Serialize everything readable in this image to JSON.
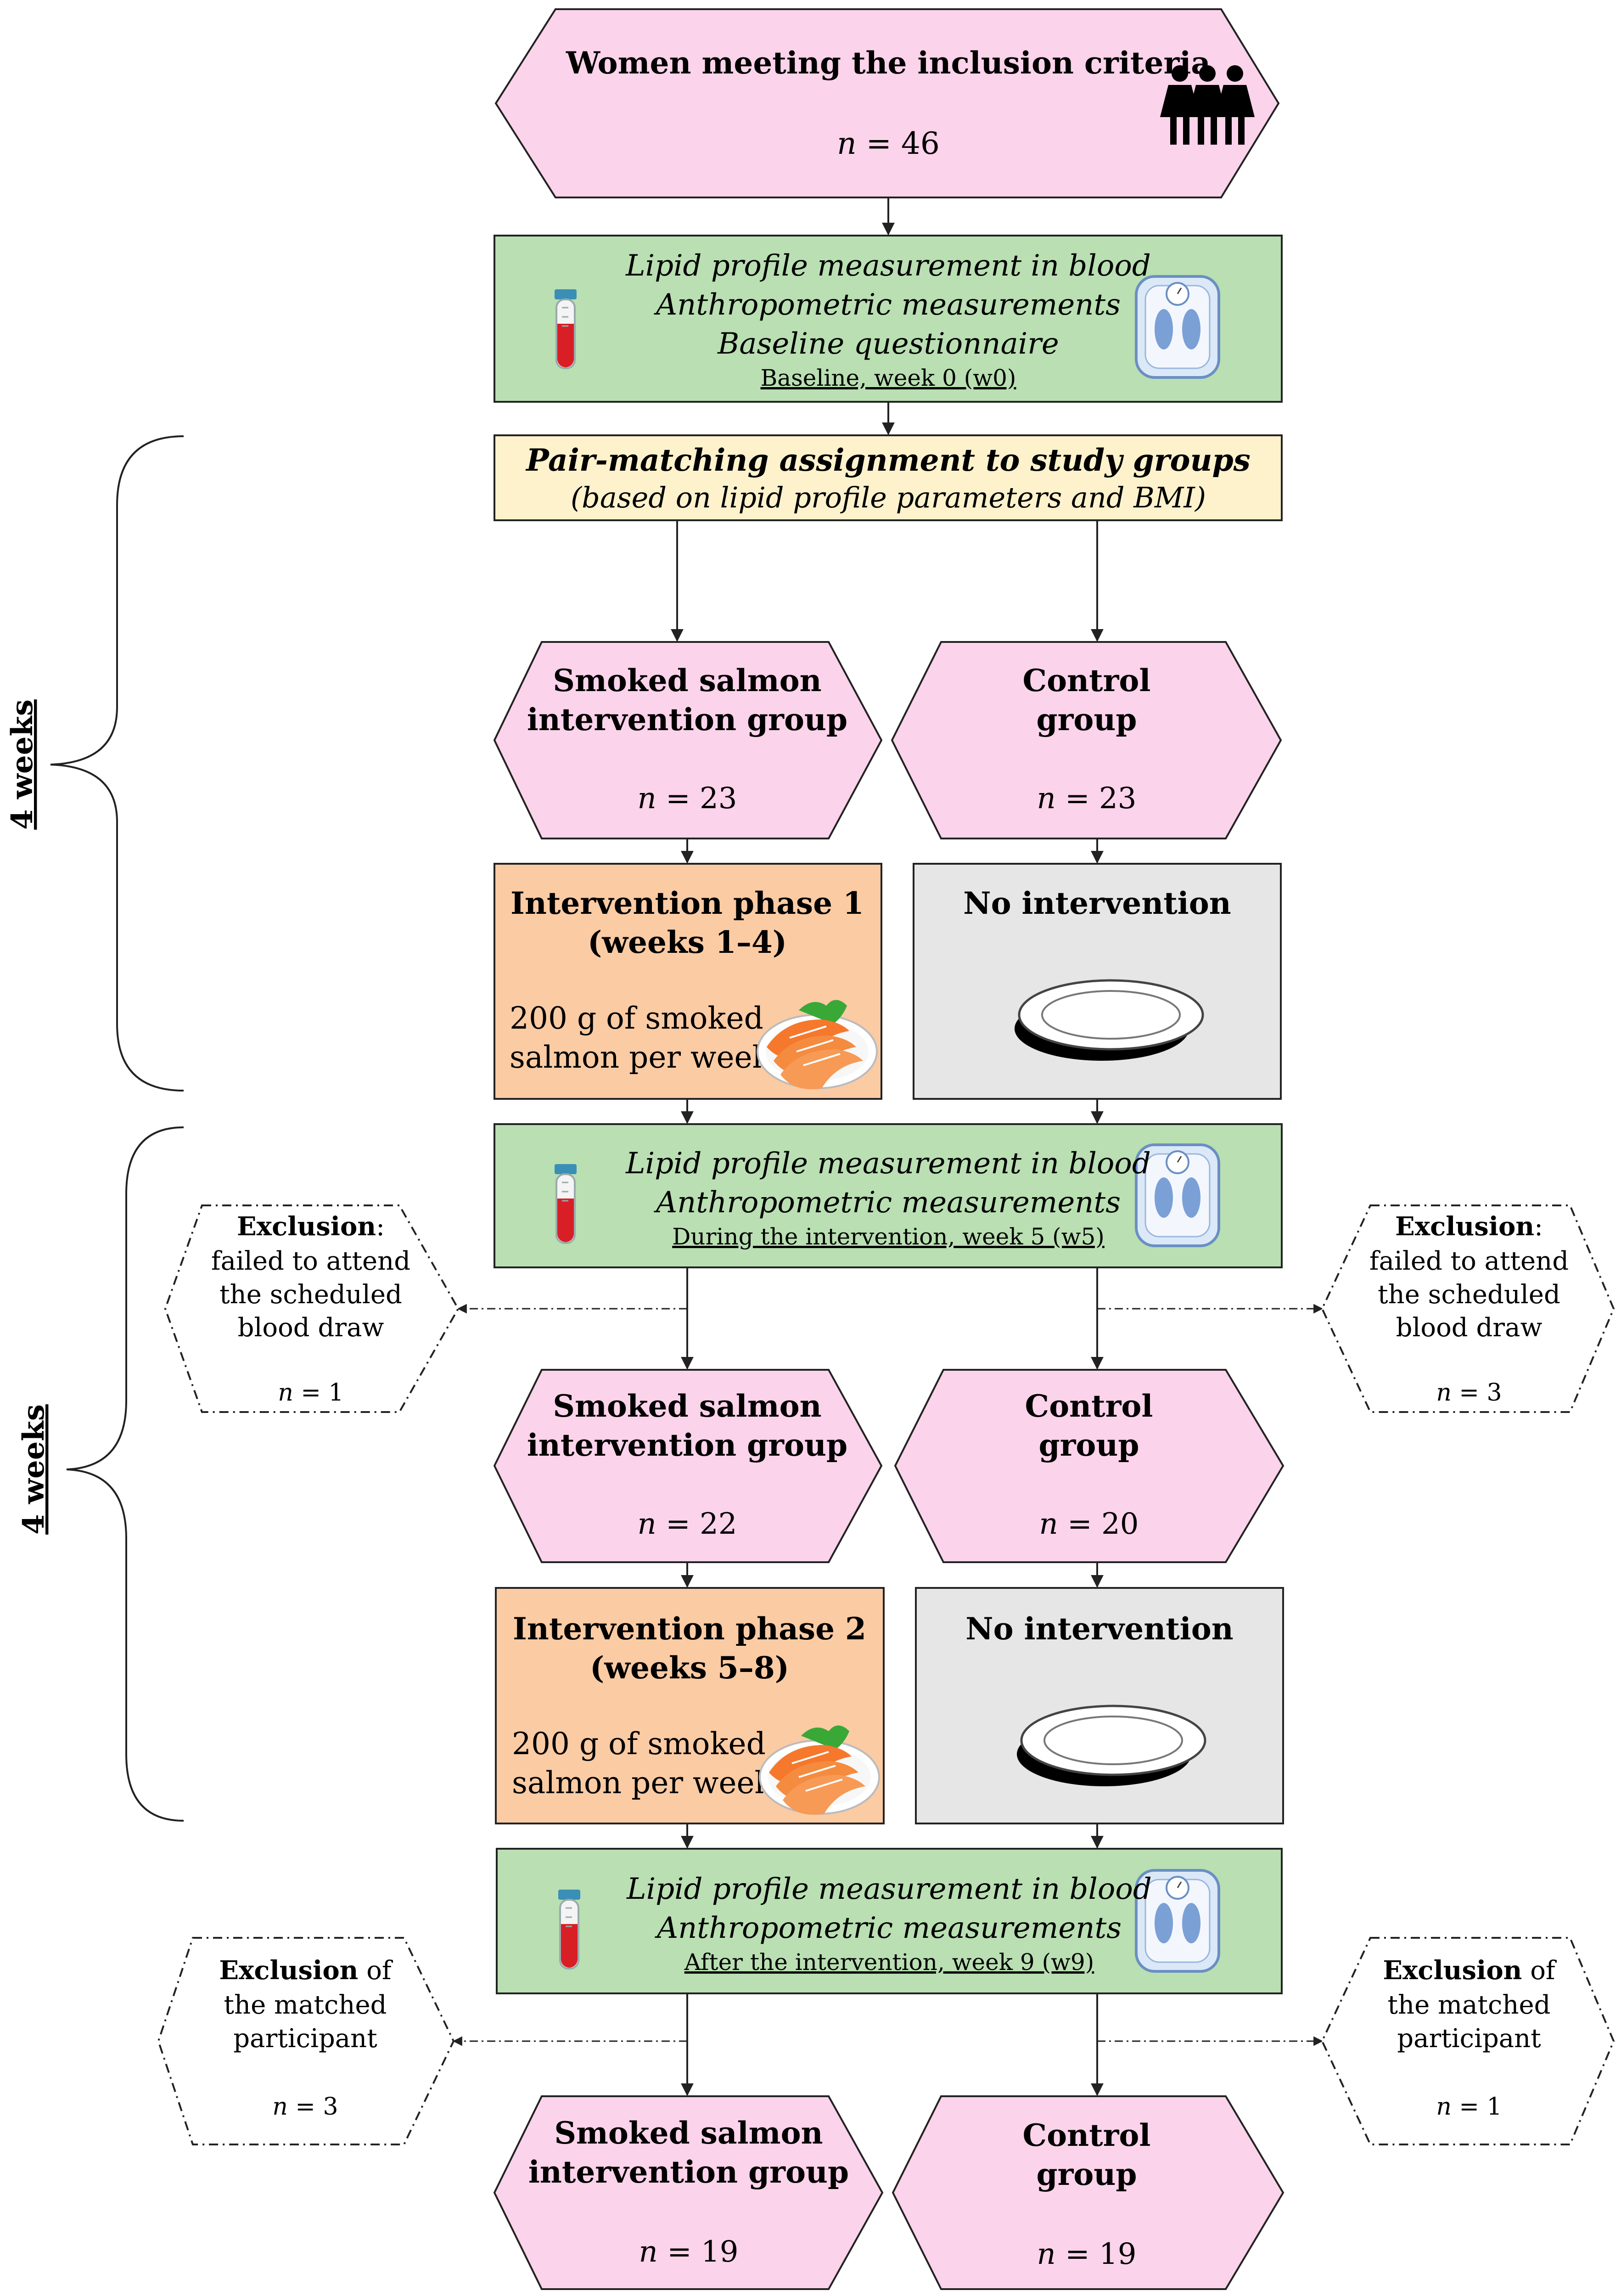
{
  "colors": {
    "pink": "#fbd3ea",
    "green": "#b9dfb2",
    "yellow": "#fdf2cc",
    "orange": "#fbcba4",
    "grey": "#e6e6e6",
    "stroke": "#222222"
  },
  "start": {
    "title": "Women meeting the inclusion criteria",
    "n_label": "n",
    "n_value": "= 46",
    "icon": "women-group-icon"
  },
  "baseline": {
    "line1": "Lipid profile measurement in blood",
    "line2": "Anthropometric measurements",
    "line3": "Baseline questionnaire",
    "caption": "Baseline, week 0 (w0)"
  },
  "assignment": {
    "line1": "Pair-matching assignment to study groups",
    "line2": "(based on lipid profile parameters and BMI)"
  },
  "period_label": "4 weeks",
  "stage1": {
    "salmon_group": {
      "line1": "Smoked salmon",
      "line2": "intervention group",
      "n_label": "n",
      "n_value": "= 23"
    },
    "control_group": {
      "line1": "Control",
      "line2": "group",
      "n_label": "n",
      "n_value": "= 23"
    },
    "intervention": {
      "title1": "Intervention phase 1",
      "title2": "(weeks 1–4)",
      "desc1": "200 g of smoked",
      "desc2": "salmon per week"
    },
    "no_intervention": "No intervention"
  },
  "mid_measure": {
    "line1": "Lipid profile measurement in blood",
    "line2": "Anthropometric measurements",
    "caption": "During the intervention, week 5 (w5)"
  },
  "exclusion1_left": {
    "head": "Exclusion",
    "head_suffix": ":",
    "line1": "failed to attend",
    "line2": "the scheduled",
    "line3": "blood draw",
    "n_label": "n",
    "n_value": "= 1"
  },
  "exclusion1_right": {
    "head": "Exclusion",
    "head_suffix": ":",
    "line1": "failed to attend",
    "line2": "the scheduled",
    "line3": "blood draw",
    "n_label": "n",
    "n_value": "= 3"
  },
  "stage2": {
    "salmon_group": {
      "line1": "Smoked salmon",
      "line2": "intervention group",
      "n_label": "n",
      "n_value": "= 22"
    },
    "control_group": {
      "line1": "Control",
      "line2": "group",
      "n_label": "n",
      "n_value": "= 20"
    },
    "intervention": {
      "title1": "Intervention phase 2",
      "title2": "(weeks 5–8)",
      "desc1": "200 g of smoked",
      "desc2": "salmon per week"
    },
    "no_intervention": "No intervention"
  },
  "final_measure": {
    "line1": "Lipid profile measurement in blood",
    "line2": "Anthropometric measurements",
    "caption": "After the intervention, week 9 (w9)"
  },
  "exclusion2_left": {
    "head": "Exclusion",
    "head_suffix": " of",
    "line1": "the matched",
    "line2": "participant",
    "n_label": "n",
    "n_value": "= 3"
  },
  "exclusion2_right": {
    "head": "Exclusion",
    "head_suffix": " of",
    "line1": "the matched",
    "line2": "participant",
    "n_label": "n",
    "n_value": "= 1"
  },
  "stage3": {
    "salmon_group": {
      "line1": "Smoked salmon",
      "line2": "intervention group",
      "n_label": "n",
      "n_value": "= 19"
    },
    "control_group": {
      "line1": "Control",
      "line2": "group",
      "n_label": "n",
      "n_value": "= 19"
    }
  }
}
